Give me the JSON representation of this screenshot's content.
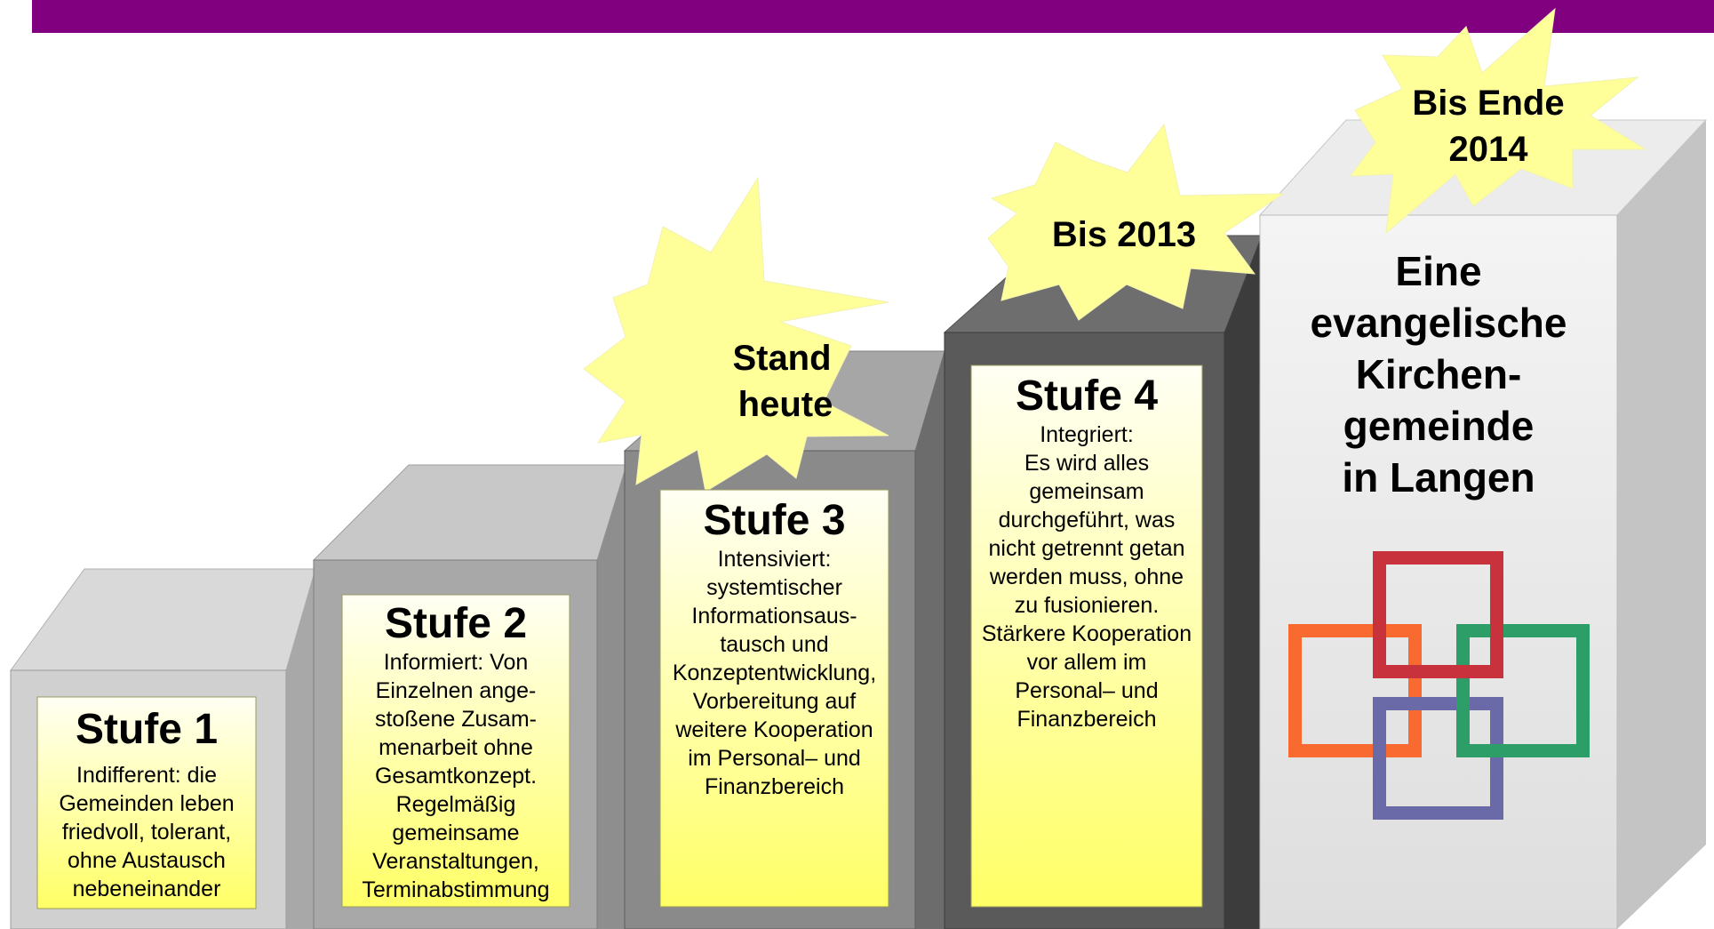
{
  "stages": [
    {
      "title": "Stufe 1",
      "body": [
        "Indifferent: die",
        "Gemeinden leben",
        "friedvoll, tolerant,",
        "ohne Austausch",
        "nebeneinander"
      ]
    },
    {
      "title": "Stufe 2",
      "body": [
        "Informiert: Von",
        "Einzelnen ange-",
        "stoßene Zusam-",
        "menarbeit ohne",
        "Gesamtkonzept.",
        "Regelmäßig",
        "gemeinsame",
        "Veranstaltungen,",
        "Terminabstimmung"
      ]
    },
    {
      "title": "Stufe 3",
      "body": [
        "Intensiviert:",
        "systemtischer",
        "Informationsaus-",
        "tausch und",
        "Konzeptentwicklung,",
        "Vorbereitung auf",
        "weitere Kooperation",
        "im Personal–  und",
        "Finanzbereich"
      ]
    },
    {
      "title": "Stufe 4",
      "body": [
        "Integriert:",
        "Es wird alles",
        "gemeinsam",
        "durchgeführt, was",
        "nicht getrennt getan",
        "werden muss, ohne",
        "zu fusionieren.",
        "Stärkere Kooperation",
        "vor allem im",
        "Personal–  und",
        "Finanzbereich"
      ]
    }
  ],
  "goal": {
    "lines": [
      "Eine",
      "evangelische",
      "Kirchen-",
      "gemeinde",
      "in Langen"
    ]
  },
  "stars": {
    "stand_heute": [
      "Stand",
      "heute"
    ],
    "bis_2013": [
      "Bis 2013"
    ],
    "bis_ende_2014": [
      "Bis Ende",
      "2014"
    ]
  },
  "colors": {
    "header_bar": "#800080",
    "star_fill": "#ffff99",
    "card_fill_top": "#fffff4",
    "card_fill_bottom": "#ffff66",
    "logo_red": "#c8323c",
    "logo_orange": "#f86a30",
    "logo_green": "#2e9e68",
    "logo_purple": "#6a6aa8"
  }
}
